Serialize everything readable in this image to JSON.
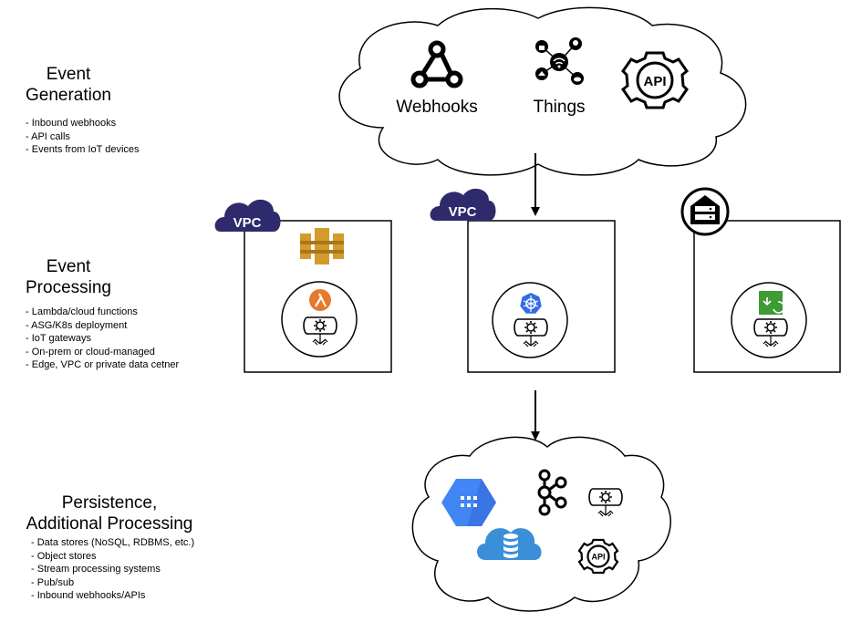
{
  "sections": {
    "generation": {
      "title_line1": "Event",
      "title_line2": "Generation",
      "bullets": [
        "Inbound webhooks",
        "API calls",
        "Events from IoT devices"
      ]
    },
    "processing": {
      "title_line1": "Event",
      "title_line2": "Processing",
      "bullets": [
        "Lambda/cloud functions",
        "ASG/K8s deployment",
        "IoT gateways",
        "On-prem or cloud-managed",
        "Edge, VPC or private data cetner"
      ]
    },
    "persistence": {
      "title_line1": "Persistence,",
      "title_line2": "Additional Processing",
      "bullets": [
        "Data stores (NoSQL, RDBMS, etc.)",
        "Object stores",
        "Stream processing systems",
        "Pub/sub",
        "Inbound webhooks/APIs"
      ]
    }
  },
  "cloud_top": {
    "webhooks_label": "Webhooks",
    "things_label": "Things",
    "api_label": "API"
  },
  "boxes": {
    "vpc_left_label": "VPC",
    "vpc_center_label": "VPC"
  },
  "cloud_bottom": {
    "api_label": "API"
  },
  "icons": [
    "webhooks-icon",
    "iot-things-icon",
    "api-gear-icon",
    "aws-api-gateway-icon",
    "aws-lambda-icon",
    "kubernetes-icon",
    "iot-greengrass-icon",
    "event-gateway-icon",
    "datacenter-server-icon",
    "gcp-hexagon-icon",
    "kafka-icon",
    "cloud-database-icon"
  ],
  "colors": {
    "vpc_badge": "#2f2a6b",
    "lambda": "#e7792b",
    "api_gateway": "#d49a2a",
    "kubernetes": "#326ce5",
    "greengrass": "#3f9b35",
    "gcp_blue": "#4285f4",
    "cloud_db": "#3b8ed8"
  }
}
